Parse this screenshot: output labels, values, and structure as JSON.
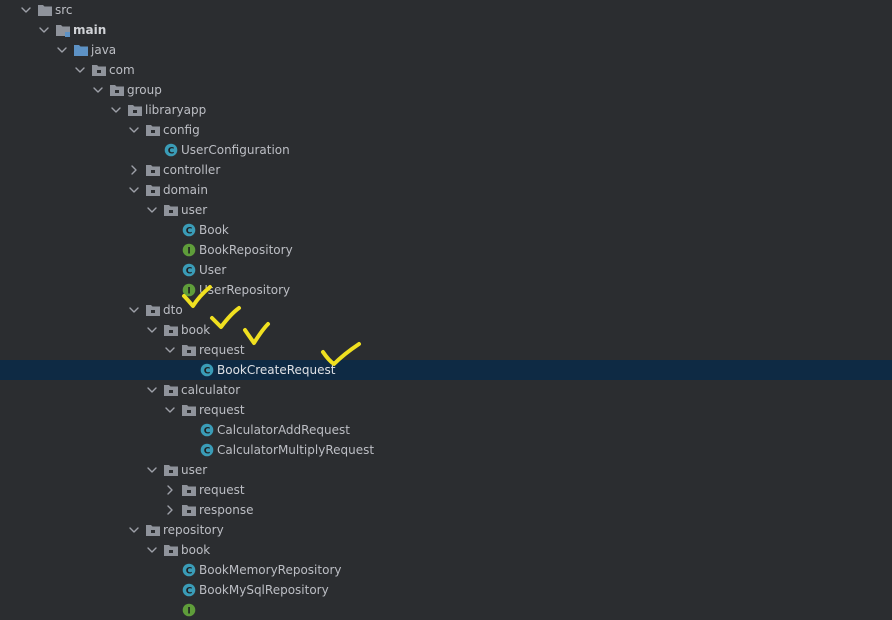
{
  "colors": {
    "background": "#2b2d30",
    "selected_row": "#0e2a44",
    "folder": "#8f939b",
    "source_folder": "#5d92c5",
    "class_icon": "#3a9cb7",
    "interface_icon": "#5f9d3a",
    "check_marks": "#f0e020"
  },
  "tree": [
    {
      "label": "src",
      "depth": 1,
      "expand": "down",
      "icon": "folder-icon"
    },
    {
      "label": "main",
      "depth": 2,
      "expand": "down",
      "icon": "module-folder-icon",
      "bold": true
    },
    {
      "label": "java",
      "depth": 3,
      "expand": "down",
      "icon": "source-folder-icon"
    },
    {
      "label": "com",
      "depth": 4,
      "expand": "down",
      "icon": "package-icon"
    },
    {
      "label": "group",
      "depth": 5,
      "expand": "down",
      "icon": "package-icon"
    },
    {
      "label": "libraryapp",
      "depth": 6,
      "expand": "down",
      "icon": "package-icon"
    },
    {
      "label": "config",
      "depth": 7,
      "expand": "down",
      "icon": "package-icon"
    },
    {
      "label": "UserConfiguration",
      "depth": 8,
      "expand": "none",
      "icon": "class-icon"
    },
    {
      "label": "controller",
      "depth": 7,
      "expand": "right",
      "icon": "package-icon"
    },
    {
      "label": "domain",
      "depth": 7,
      "expand": "down",
      "icon": "package-icon"
    },
    {
      "label": "user",
      "depth": 8,
      "expand": "down",
      "icon": "package-icon"
    },
    {
      "label": "Book",
      "depth": 9,
      "expand": "none",
      "icon": "class-icon"
    },
    {
      "label": "BookRepository",
      "depth": 9,
      "expand": "none",
      "icon": "interface-icon"
    },
    {
      "label": "User",
      "depth": 9,
      "expand": "none",
      "icon": "class-icon"
    },
    {
      "label": "UserRepository",
      "depth": 9,
      "expand": "none",
      "icon": "interface-icon"
    },
    {
      "label": "dto",
      "depth": 7,
      "expand": "down",
      "icon": "package-icon"
    },
    {
      "label": "book",
      "depth": 8,
      "expand": "down",
      "icon": "package-icon"
    },
    {
      "label": "request",
      "depth": 9,
      "expand": "down",
      "icon": "package-icon"
    },
    {
      "label": "BookCreateRequest",
      "depth": 10,
      "expand": "none",
      "icon": "class-icon",
      "selected": true
    },
    {
      "label": "calculator",
      "depth": 8,
      "expand": "down",
      "icon": "package-icon"
    },
    {
      "label": "request",
      "depth": 9,
      "expand": "down",
      "icon": "package-icon"
    },
    {
      "label": "CalculatorAddRequest",
      "depth": 10,
      "expand": "none",
      "icon": "class-icon"
    },
    {
      "label": "CalculatorMultiplyRequest",
      "depth": 10,
      "expand": "none",
      "icon": "class-icon"
    },
    {
      "label": "user",
      "depth": 8,
      "expand": "down",
      "icon": "package-icon"
    },
    {
      "label": "request",
      "depth": 9,
      "expand": "right",
      "icon": "package-icon"
    },
    {
      "label": "response",
      "depth": 9,
      "expand": "right",
      "icon": "package-icon"
    },
    {
      "label": "repository",
      "depth": 7,
      "expand": "down",
      "icon": "package-icon"
    },
    {
      "label": "book",
      "depth": 8,
      "expand": "down",
      "icon": "package-icon"
    },
    {
      "label": "BookMemoryRepository",
      "depth": 9,
      "expand": "none",
      "icon": "class-icon"
    },
    {
      "label": "BookMySqlRepository",
      "depth": 9,
      "expand": "none",
      "icon": "class-icon"
    },
    {
      "label": "",
      "depth": 9,
      "expand": "none",
      "icon": "interface-icon"
    }
  ],
  "annotations": [
    {
      "name": "check-mark-icon"
    },
    {
      "name": "check-mark-icon"
    },
    {
      "name": "check-mark-icon"
    },
    {
      "name": "check-mark-icon"
    }
  ]
}
